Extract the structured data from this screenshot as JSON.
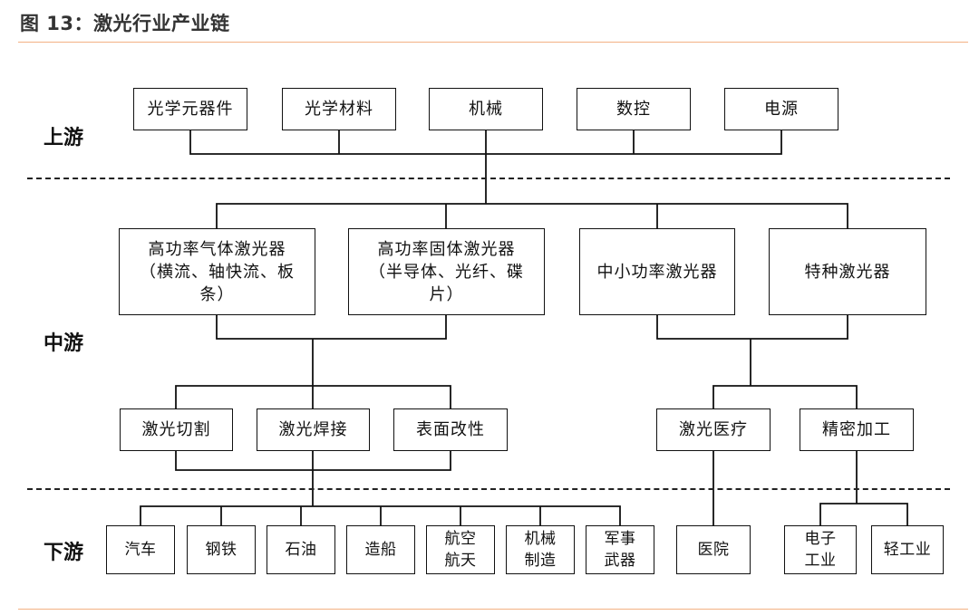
{
  "figure": {
    "title": "图 13：激光行业产业链"
  },
  "tiers": {
    "upstream": "上游",
    "midstream": "中游",
    "downstream": "下游"
  },
  "upstream_nodes": [
    "光学元器件",
    "光学材料",
    "机械",
    "数控",
    "电源"
  ],
  "laser_types": [
    "高功率气体激光器\n（横流、轴快流、板\n条）",
    "高功率固体激光器\n（半导体、光纤、碟\n片）",
    "中小功率激光器",
    "特种激光器"
  ],
  "processes": [
    "激光切割",
    "激光焊接",
    "表面改性",
    "激光医疗",
    "精密加工"
  ],
  "downstream_nodes": [
    "汽车",
    "钢铁",
    "石油",
    "造船",
    "航空\n航天",
    "机械\n制造",
    "军事\n武器",
    "医院",
    "电子\n工业",
    "轻工业"
  ]
}
